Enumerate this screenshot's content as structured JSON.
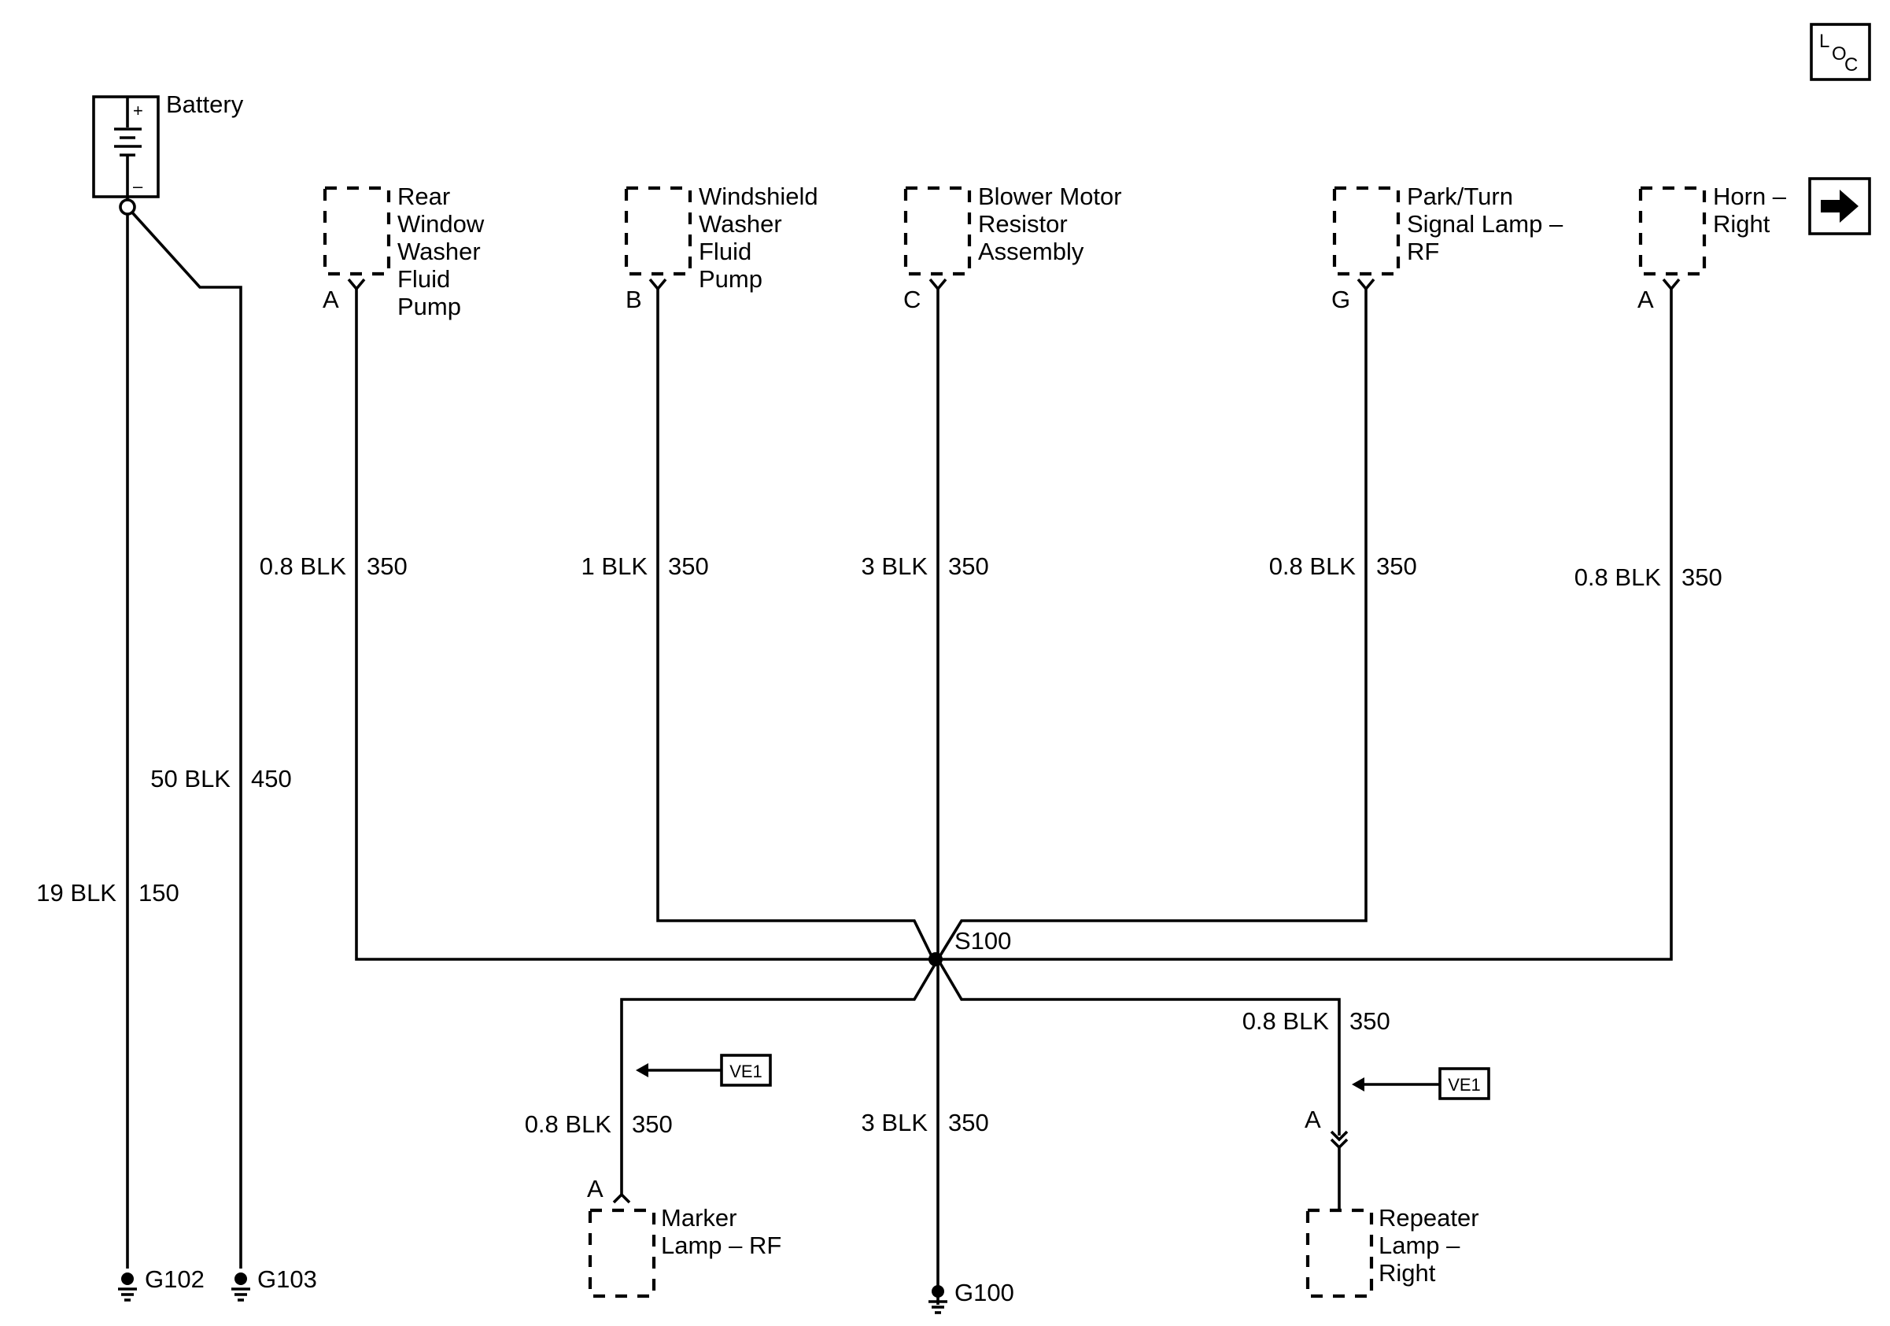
{
  "corner_icons": {
    "loc": {
      "name": "loc-icon",
      "letters": [
        "L",
        "O",
        "C"
      ]
    },
    "next": {
      "name": "right-arrow-icon"
    }
  },
  "battery": {
    "label": "Battery",
    "plus": "+",
    "minus": "–"
  },
  "components": {
    "rear_washer": {
      "lines": [
        "Rear",
        "Window",
        "Washer",
        "Fluid",
        "Pump"
      ],
      "pin": "A"
    },
    "windshield_washer": {
      "lines": [
        "Windshield",
        "Washer",
        "Fluid",
        "Pump"
      ],
      "pin": "B"
    },
    "blower": {
      "lines": [
        "Blower Motor",
        "Resistor",
        "Assembly"
      ],
      "pin": "C"
    },
    "park_turn": {
      "lines": [
        "Park/Turn",
        "Signal Lamp –",
        "RF"
      ],
      "pin": "G"
    },
    "horn": {
      "lines": [
        "Horn –",
        "Right"
      ],
      "pin": "A"
    },
    "marker_lamp": {
      "lines": [
        "Marker",
        "Lamp – RF"
      ],
      "pin": "A"
    },
    "repeater_lamp": {
      "lines": [
        "Repeater",
        "Lamp –",
        "Right"
      ],
      "pin": "A"
    }
  },
  "wires": {
    "g102": {
      "gauge": "19 BLK",
      "circuit": "150"
    },
    "g103": {
      "gauge": "50 BLK",
      "circuit": "450"
    },
    "rear_washer": {
      "gauge": "0.8 BLK",
      "circuit": "350"
    },
    "windshield_washer": {
      "gauge": "1 BLK",
      "circuit": "350"
    },
    "blower": {
      "gauge": "3 BLK",
      "circuit": "350"
    },
    "park_turn": {
      "gauge": "0.8 BLK",
      "circuit": "350"
    },
    "horn": {
      "gauge": "0.8 BLK",
      "circuit": "350"
    },
    "marker": {
      "gauge": "0.8 BLK",
      "circuit": "350"
    },
    "ground_g100": {
      "gauge": "3 BLK",
      "circuit": "350"
    },
    "repeater": {
      "gauge": "0.8 BLK",
      "circuit": "350"
    }
  },
  "splice": "S100",
  "grounds": {
    "g102": "G102",
    "g103": "G103",
    "g100": "G100"
  },
  "references": {
    "marker": "VE1",
    "repeater": "VE1"
  }
}
